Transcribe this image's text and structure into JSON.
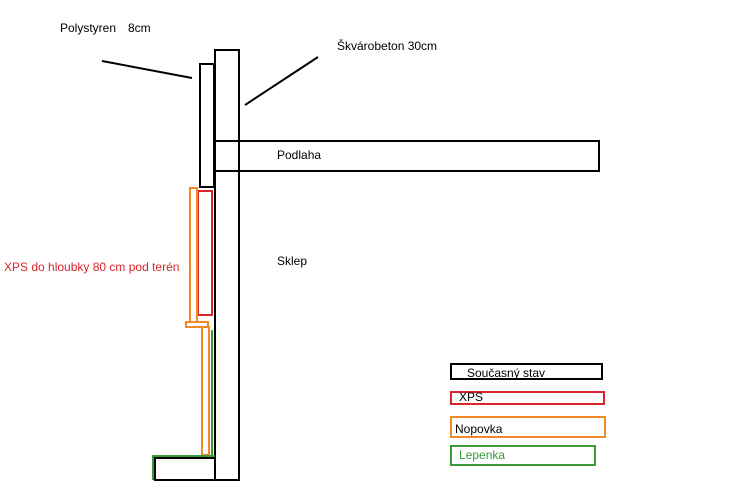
{
  "labels": {
    "polystyren": "Polystyren",
    "polystyren_thickness": "8cm",
    "skvarobeton": "Škvárobeton 30cm",
    "podlaha": "Podlaha",
    "sklep": "Sklep",
    "xps_note": "XPS do hloubky 80 cm pod terén"
  },
  "legend": [
    {
      "label": "Současný stav",
      "color": "#000000"
    },
    {
      "label": "XPS",
      "color": "#d9252a"
    },
    {
      "label": "Nopovka",
      "color": "#f08a24"
    },
    {
      "label": "Lepenka",
      "color": "#3a9a3a"
    }
  ]
}
